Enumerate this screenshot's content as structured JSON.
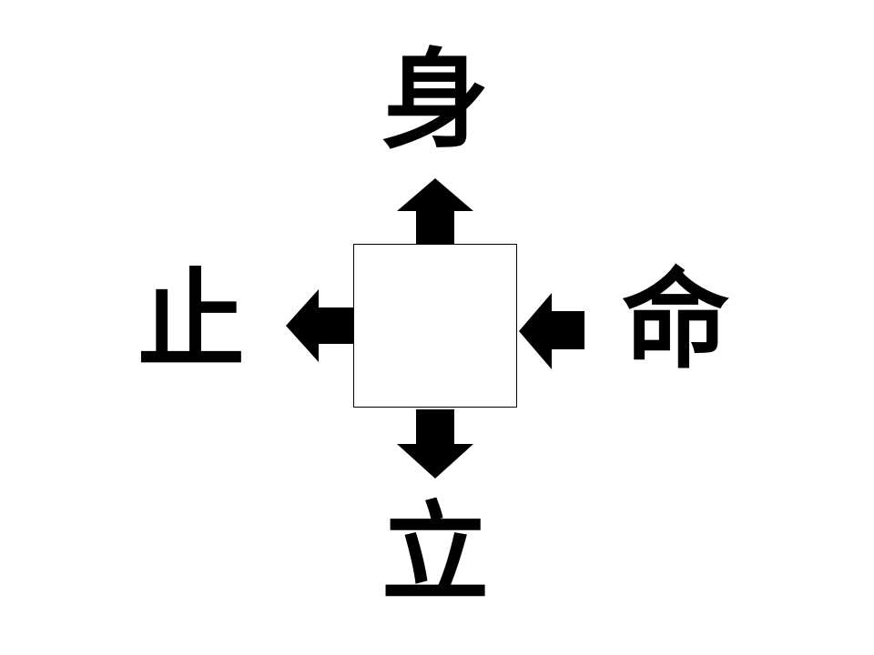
{
  "puzzle": {
    "top": "身",
    "left": "止",
    "right": "命",
    "bottom": "立",
    "answer_box": ""
  },
  "colors": {
    "ink": "#000000",
    "background": "#ffffff"
  }
}
